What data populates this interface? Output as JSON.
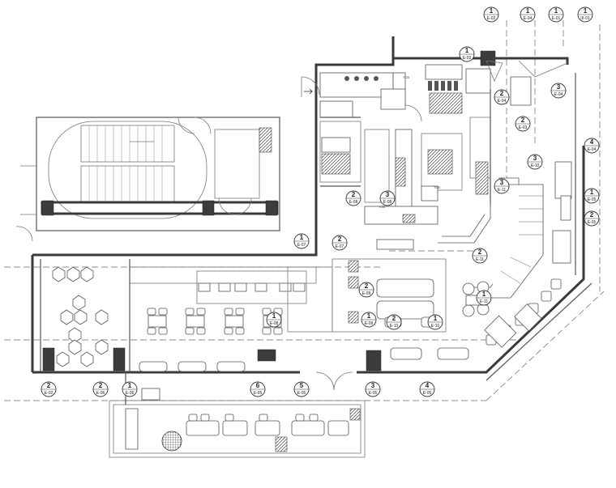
{
  "plan": {
    "section_tags": [
      {
        "num": "1",
        "sheet": "E-02"
      },
      {
        "num": "1",
        "sheet": "E-04"
      },
      {
        "num": "1",
        "sheet": "E-01"
      },
      {
        "num": "1",
        "sheet": "III-01"
      },
      {
        "num": "1",
        "sheet": "E-03"
      },
      {
        "num": "2",
        "sheet": "E-04"
      },
      {
        "num": "3",
        "sheet": "E-04"
      },
      {
        "num": "2",
        "sheet": "E-03"
      },
      {
        "num": "3",
        "sheet": "E-10"
      },
      {
        "num": "4",
        "sheet": "E-04"
      },
      {
        "num": "3",
        "sheet": "E-11"
      },
      {
        "num": "1",
        "sheet": "E-05"
      },
      {
        "num": "2",
        "sheet": "E-05"
      },
      {
        "num": "2",
        "sheet": "E-08"
      },
      {
        "num": "3",
        "sheet": "E-08"
      },
      {
        "num": "1",
        "sheet": "E-07"
      },
      {
        "num": "2",
        "sheet": "E-07"
      },
      {
        "num": "2",
        "sheet": "E-09"
      },
      {
        "num": "1",
        "sheet": "E-08"
      },
      {
        "num": "1",
        "sheet": "E-09"
      },
      {
        "num": "2",
        "sheet": "E-10"
      },
      {
        "num": "1",
        "sheet": "E-10"
      },
      {
        "num": "2",
        "sheet": "E-11"
      },
      {
        "num": "1",
        "sheet": "E-11"
      },
      {
        "num": "2",
        "sheet": "E-02"
      },
      {
        "num": "2",
        "sheet": "E-06"
      },
      {
        "num": "1",
        "sheet": "E-06"
      },
      {
        "num": "6",
        "sheet": "E-05"
      },
      {
        "num": "5",
        "sheet": "E-05"
      },
      {
        "num": "3",
        "sheet": "E-05"
      },
      {
        "num": "4",
        "sheet": "E-05"
      }
    ],
    "equipment_labels": [
      "TCB",
      "TCB",
      "TCB"
    ]
  }
}
